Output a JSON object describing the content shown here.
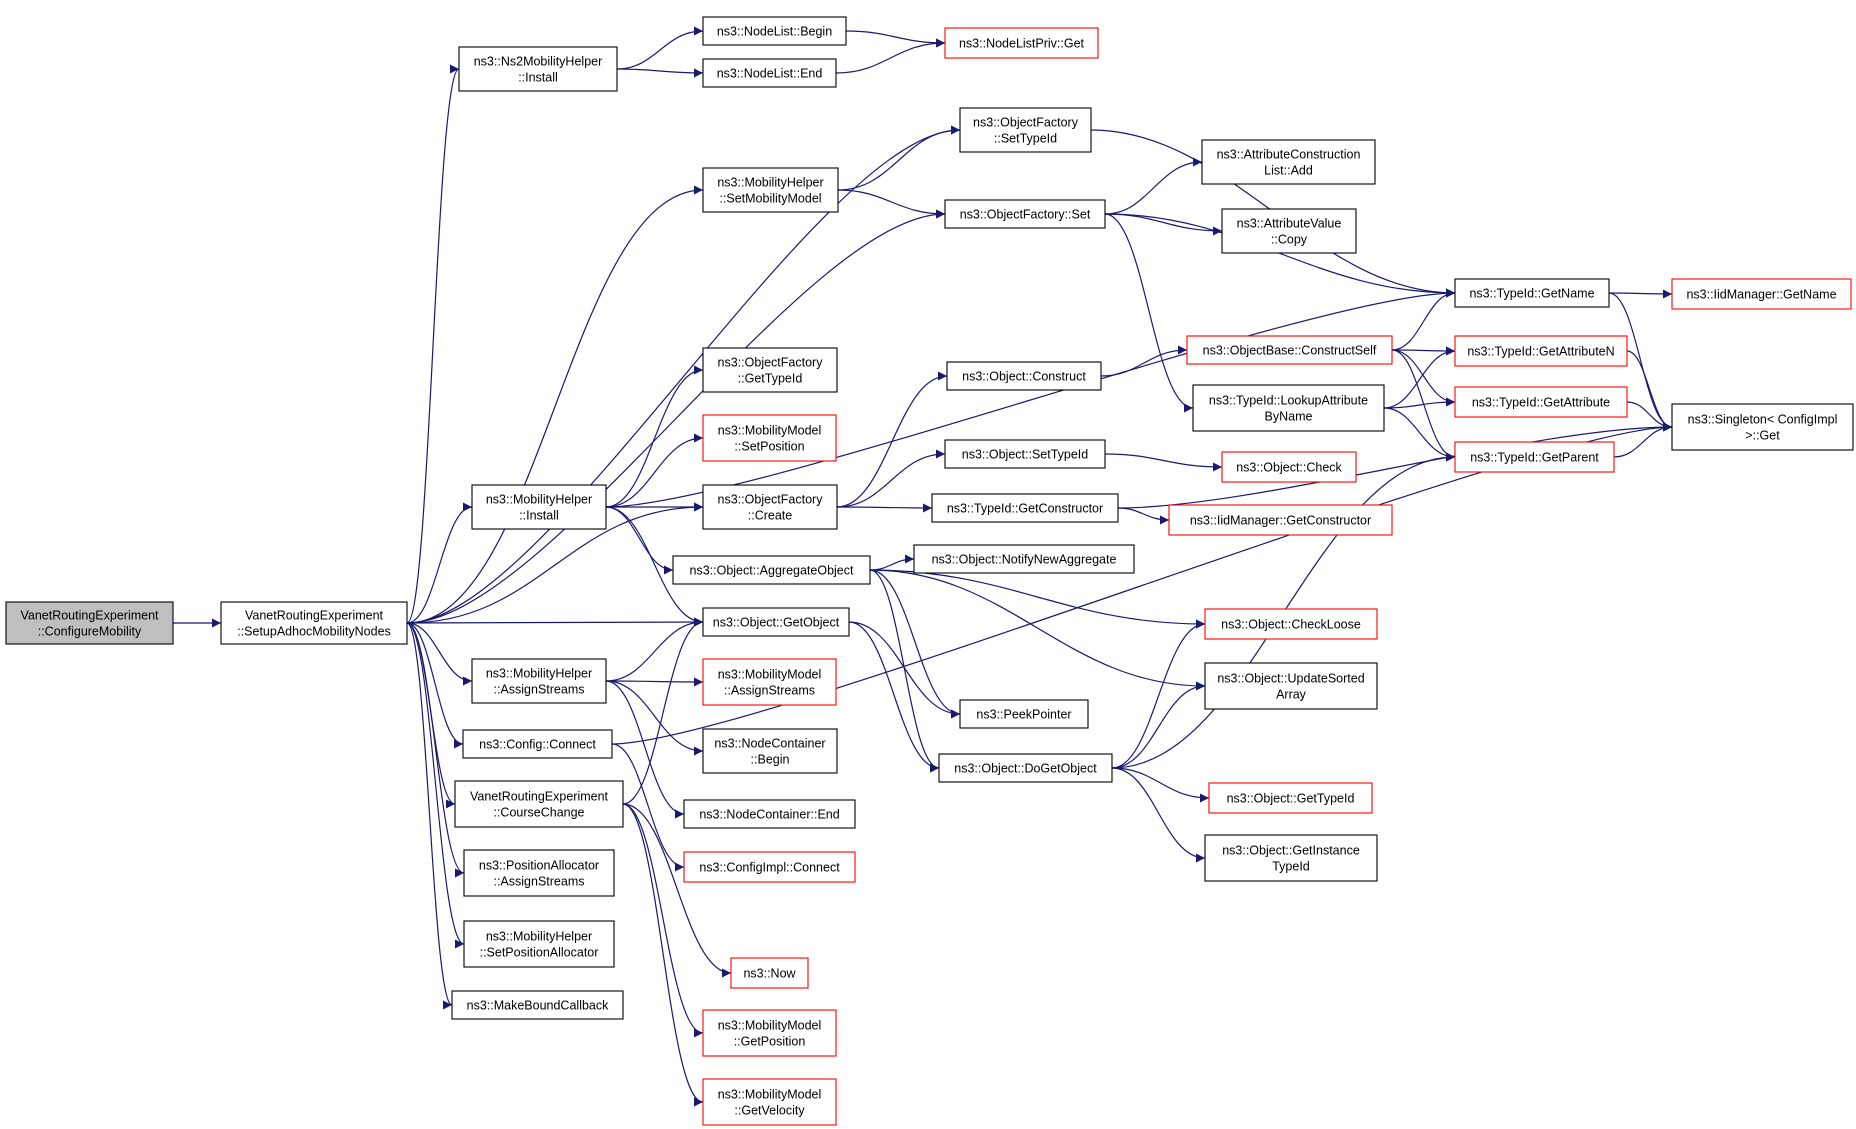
{
  "colors": {
    "edge": "#191970",
    "node_border": "#000000",
    "node_border_red": "#ff0000",
    "root_fill": "#bfbfbf",
    "node_fill": "#ffffff",
    "text": "#000000"
  },
  "nodes": [
    {
      "id": "cm",
      "lines": [
        "VanetRoutingExperiment",
        "::ConfigureMobility"
      ],
      "variant": "root"
    },
    {
      "id": "setup",
      "lines": [
        "VanetRoutingExperiment",
        "::SetupAdhocMobilityNodes"
      ],
      "variant": "normal"
    },
    {
      "id": "ns2install",
      "lines": [
        "ns3::Ns2MobilityHelper",
        "::Install"
      ],
      "variant": "normal"
    },
    {
      "id": "nlbegin",
      "lines": [
        "ns3::NodeList::Begin"
      ],
      "variant": "normal"
    },
    {
      "id": "nlend",
      "lines": [
        "ns3::NodeList::End"
      ],
      "variant": "normal"
    },
    {
      "id": "nlpget",
      "lines": [
        "ns3::NodeListPriv::Get"
      ],
      "variant": "red"
    },
    {
      "id": "ofsettypeid",
      "lines": [
        "ns3::ObjectFactory",
        "::SetTypeId"
      ],
      "variant": "normal"
    },
    {
      "id": "mhsetmm",
      "lines": [
        "ns3::MobilityHelper",
        "::SetMobilityModel"
      ],
      "variant": "normal"
    },
    {
      "id": "ofset",
      "lines": [
        "ns3::ObjectFactory::Set"
      ],
      "variant": "normal"
    },
    {
      "id": "acladd",
      "lines": [
        "ns3::AttributeConstruction",
        "List::Add"
      ],
      "variant": "normal"
    },
    {
      "id": "avcopy",
      "lines": [
        "ns3::AttributeValue",
        "::Copy"
      ],
      "variant": "normal"
    },
    {
      "id": "tidgetname",
      "lines": [
        "ns3::TypeId::GetName"
      ],
      "variant": "normal"
    },
    {
      "id": "iidgetname",
      "lines": [
        "ns3::IidManager::GetName"
      ],
      "variant": "red"
    },
    {
      "id": "ofgettypeid",
      "lines": [
        "ns3::ObjectFactory",
        "::GetTypeId"
      ],
      "variant": "normal"
    },
    {
      "id": "mmsetpos",
      "lines": [
        "ns3::MobilityModel",
        "::SetPosition"
      ],
      "variant": "red"
    },
    {
      "id": "objconstruct",
      "lines": [
        "ns3::Object::Construct"
      ],
      "variant": "normal"
    },
    {
      "id": "obconstructself",
      "lines": [
        "ns3::ObjectBase::ConstructSelf"
      ],
      "variant": "red"
    },
    {
      "id": "tidgetattrn",
      "lines": [
        "ns3::TypeId::GetAttributeN"
      ],
      "variant": "red"
    },
    {
      "id": "tidlookup",
      "lines": [
        "ns3::TypeId::LookupAttribute",
        "ByName"
      ],
      "variant": "normal"
    },
    {
      "id": "tidgetattr",
      "lines": [
        "ns3::TypeId::GetAttribute"
      ],
      "variant": "red"
    },
    {
      "id": "singletonget",
      "lines": [
        "ns3::Singleton< ConfigImpl",
        ">::Get"
      ],
      "variant": "normal"
    },
    {
      "id": "mhinstall",
      "lines": [
        "ns3::MobilityHelper",
        "::Install"
      ],
      "variant": "normal"
    },
    {
      "id": "ofcreate",
      "lines": [
        "ns3::ObjectFactory",
        "::Create"
      ],
      "variant": "normal"
    },
    {
      "id": "objsettypeid",
      "lines": [
        "ns3::Object::SetTypeId"
      ],
      "variant": "normal"
    },
    {
      "id": "objcheck",
      "lines": [
        "ns3::Object::Check"
      ],
      "variant": "red"
    },
    {
      "id": "tidgetparent",
      "lines": [
        "ns3::TypeId::GetParent"
      ],
      "variant": "red"
    },
    {
      "id": "tidgetctor",
      "lines": [
        "ns3::TypeId::GetConstructor"
      ],
      "variant": "normal"
    },
    {
      "id": "iidgetctor",
      "lines": [
        "ns3::IidManager::GetConstructor"
      ],
      "variant": "red"
    },
    {
      "id": "objaggregate",
      "lines": [
        "ns3::Object::AggregateObject"
      ],
      "variant": "normal"
    },
    {
      "id": "objnotify",
      "lines": [
        "ns3::Object::NotifyNewAggregate"
      ],
      "variant": "normal"
    },
    {
      "id": "objgetobject",
      "lines": [
        "ns3::Object::GetObject"
      ],
      "variant": "normal"
    },
    {
      "id": "objcheckloose",
      "lines": [
        "ns3::Object::CheckLoose"
      ],
      "variant": "red"
    },
    {
      "id": "mhassign",
      "lines": [
        "ns3::MobilityHelper",
        "::AssignStreams"
      ],
      "variant": "normal"
    },
    {
      "id": "mmassign",
      "lines": [
        "ns3::MobilityModel",
        "::AssignStreams"
      ],
      "variant": "red"
    },
    {
      "id": "objupdsorted",
      "lines": [
        "ns3::Object::UpdateSorted",
        "Array"
      ],
      "variant": "normal"
    },
    {
      "id": "peekpointer",
      "lines": [
        "ns3::PeekPointer"
      ],
      "variant": "normal"
    },
    {
      "id": "ncbegin",
      "lines": [
        "ns3::NodeContainer",
        "::Begin"
      ],
      "variant": "normal"
    },
    {
      "id": "cfgconnect",
      "lines": [
        "ns3::Config::Connect"
      ],
      "variant": "normal"
    },
    {
      "id": "objdogetobject",
      "lines": [
        "ns3::Object::DoGetObject"
      ],
      "variant": "normal"
    },
    {
      "id": "coursechange",
      "lines": [
        "VanetRoutingExperiment",
        "::CourseChange"
      ],
      "variant": "normal"
    },
    {
      "id": "objgettypeid",
      "lines": [
        "ns3::Object::GetTypeId"
      ],
      "variant": "red"
    },
    {
      "id": "ncend",
      "lines": [
        "ns3::NodeContainer::End"
      ],
      "variant": "normal"
    },
    {
      "id": "objgetinst",
      "lines": [
        "ns3::Object::GetInstance",
        "TypeId"
      ],
      "variant": "normal"
    },
    {
      "id": "cfgimplconnect",
      "lines": [
        "ns3::ConfigImpl::Connect"
      ],
      "variant": "red"
    },
    {
      "id": "paassign",
      "lines": [
        "ns3::PositionAllocator",
        "::AssignStreams"
      ],
      "variant": "normal"
    },
    {
      "id": "mhsetpa",
      "lines": [
        "ns3::MobilityHelper",
        "::SetPositionAllocator"
      ],
      "variant": "normal"
    },
    {
      "id": "now",
      "lines": [
        "ns3::Now"
      ],
      "variant": "red"
    },
    {
      "id": "mkbound",
      "lines": [
        "ns3::MakeBoundCallback"
      ],
      "variant": "normal"
    },
    {
      "id": "mmgetpos",
      "lines": [
        "ns3::MobilityModel",
        "::GetPosition"
      ],
      "variant": "red"
    },
    {
      "id": "mmgetvel",
      "lines": [
        "ns3::MobilityModel",
        "::GetVelocity"
      ],
      "variant": "red"
    }
  ],
  "edges": [
    [
      "cm",
      "setup"
    ],
    [
      "setup",
      "ns2install"
    ],
    [
      "setup",
      "ofsettypeid"
    ],
    [
      "setup",
      "mhsetmm"
    ],
    [
      "setup",
      "ofset"
    ],
    [
      "setup",
      "mhinstall"
    ],
    [
      "setup",
      "ofcreate"
    ],
    [
      "setup",
      "objgetobject"
    ],
    [
      "setup",
      "mhassign"
    ],
    [
      "setup",
      "cfgconnect"
    ],
    [
      "setup",
      "coursechange"
    ],
    [
      "setup",
      "paassign"
    ],
    [
      "setup",
      "mhsetpa"
    ],
    [
      "setup",
      "mkbound"
    ],
    [
      "ns2install",
      "nlbegin"
    ],
    [
      "ns2install",
      "nlend"
    ],
    [
      "nlbegin",
      "nlpget"
    ],
    [
      "nlend",
      "nlpget"
    ],
    [
      "ofsettypeid",
      "tidgetname"
    ],
    [
      "mhsetmm",
      "ofsettypeid"
    ],
    [
      "mhsetmm",
      "ofset"
    ],
    [
      "ofset",
      "acladd"
    ],
    [
      "ofset",
      "avcopy"
    ],
    [
      "ofset",
      "tidlookup"
    ],
    [
      "ofset",
      "tidgetname"
    ],
    [
      "tidgetname",
      "iidgetname"
    ],
    [
      "tidgetname",
      "singletonget"
    ],
    [
      "mhinstall",
      "ofgettypeid"
    ],
    [
      "mhinstall",
      "mmsetpos"
    ],
    [
      "mhinstall",
      "ofcreate"
    ],
    [
      "mhinstall",
      "objaggregate"
    ],
    [
      "mhinstall",
      "objgetobject"
    ],
    [
      "mhinstall",
      "tidgetname"
    ],
    [
      "ofcreate",
      "objconstruct"
    ],
    [
      "ofcreate",
      "objsettypeid"
    ],
    [
      "ofcreate",
      "tidgetctor"
    ],
    [
      "objconstruct",
      "obconstructself"
    ],
    [
      "obconstructself",
      "tidgetname"
    ],
    [
      "obconstructself",
      "tidgetattrn"
    ],
    [
      "obconstructself",
      "tidgetattr"
    ],
    [
      "obconstructself",
      "tidgetparent"
    ],
    [
      "tidlookup",
      "tidgetattrn"
    ],
    [
      "tidlookup",
      "tidgetattr"
    ],
    [
      "tidlookup",
      "tidgetparent"
    ],
    [
      "tidgetattrn",
      "singletonget"
    ],
    [
      "tidgetattr",
      "singletonget"
    ],
    [
      "tidgetparent",
      "singletonget"
    ],
    [
      "objsettypeid",
      "objcheck"
    ],
    [
      "tidgetctor",
      "iidgetctor"
    ],
    [
      "tidgetctor",
      "singletonget"
    ],
    [
      "objaggregate",
      "objnotify"
    ],
    [
      "objaggregate",
      "objcheckloose"
    ],
    [
      "objaggregate",
      "objupdsorted"
    ],
    [
      "objaggregate",
      "peekpointer"
    ],
    [
      "objaggregate",
      "objdogetobject"
    ],
    [
      "objgetobject",
      "peekpointer"
    ],
    [
      "objgetobject",
      "objdogetobject"
    ],
    [
      "mhassign",
      "objgetobject"
    ],
    [
      "mhassign",
      "mmassign"
    ],
    [
      "mhassign",
      "ncbegin"
    ],
    [
      "mhassign",
      "ncend"
    ],
    [
      "cfgconnect",
      "cfgimplconnect"
    ],
    [
      "cfgconnect",
      "singletonget"
    ],
    [
      "objdogetobject",
      "objcheckloose"
    ],
    [
      "objdogetobject",
      "objupdsorted"
    ],
    [
      "objdogetobject",
      "objgettypeid"
    ],
    [
      "objdogetobject",
      "objgetinst"
    ],
    [
      "objdogetobject",
      "tidgetparent"
    ],
    [
      "coursechange",
      "objgetobject"
    ],
    [
      "coursechange",
      "now"
    ],
    [
      "coursechange",
      "mmgetpos"
    ],
    [
      "coursechange",
      "mmgetvel"
    ]
  ]
}
